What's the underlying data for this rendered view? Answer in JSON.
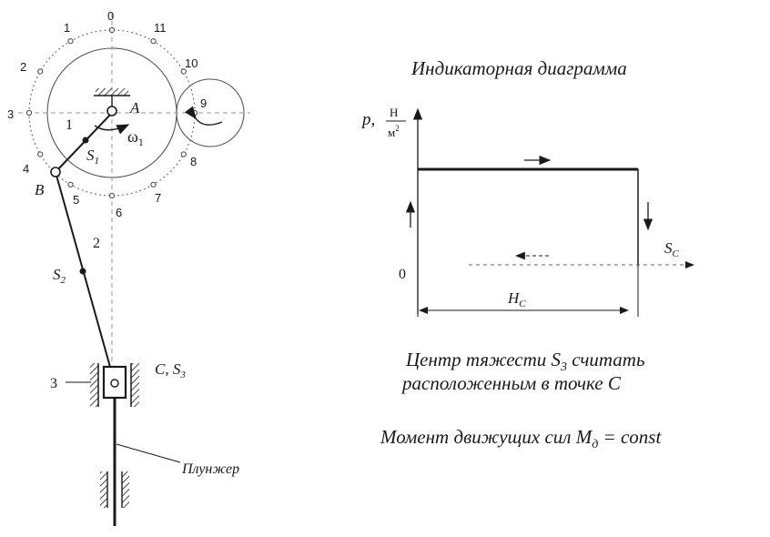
{
  "mechanism": {
    "positions": [
      "0",
      "1",
      "2",
      "3",
      "4",
      "5",
      "6",
      "7",
      "8",
      "9",
      "10",
      "11"
    ],
    "link_labels": [
      "1",
      "2",
      "3"
    ],
    "joint_A": "A",
    "joint_B": "B",
    "cs3_left": "C, S",
    "cs3_sub": "3",
    "s1": "S",
    "s1_sub": "1",
    "s2": "S",
    "s2_sub": "2",
    "omega": "ω",
    "omega_sub": "1",
    "plunger": "Плунжер"
  },
  "indicator": {
    "title": "Индикаторная  диаграмма",
    "p_axis": "p,",
    "unit_num": "Н",
    "unit_den": "м",
    "unit_exp": "2",
    "zero": "0",
    "sc": "S",
    "sc_sub": "C",
    "hc": "H",
    "hc_sub": "C"
  },
  "notes": {
    "line1a": "Центр тяжести ",
    "line1b": "S",
    "line1c": "3",
    "line1d": " считать",
    "line2": "расположенным  в точке С",
    "line3a": "Момент движущих сил ",
    "line3b": "M",
    "line3c": "д",
    "line3d": " = const"
  }
}
